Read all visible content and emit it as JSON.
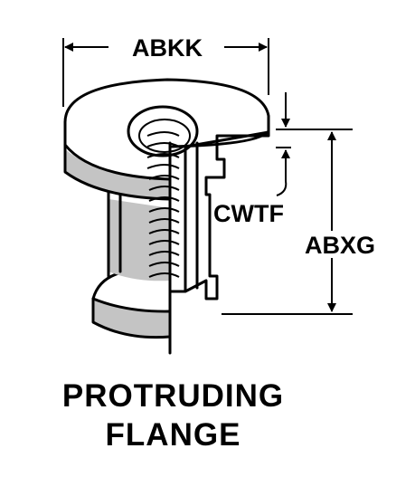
{
  "dimensions": {
    "width_label": "ABKK",
    "flange_label": "CWTF",
    "height_label": "ABXG"
  },
  "caption": {
    "line1": "PROTRUDING",
    "line2": "FLANGE"
  }
}
